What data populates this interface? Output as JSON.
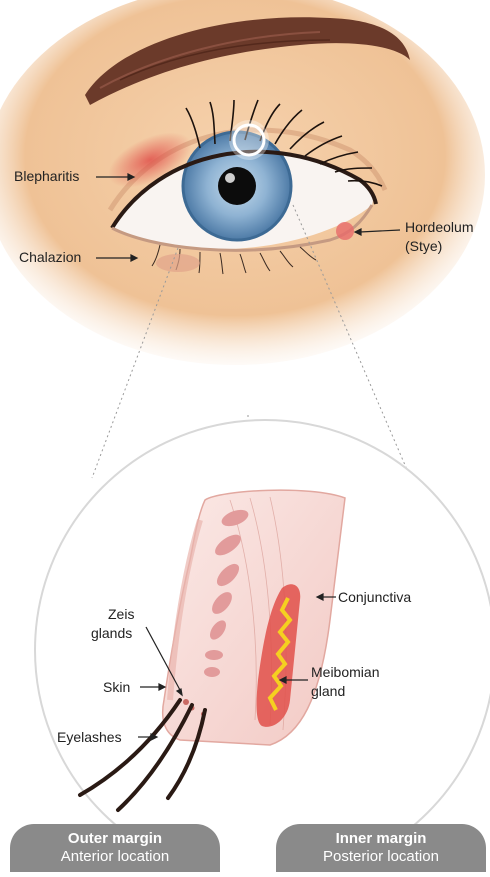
{
  "labels": {
    "blepharitis": "Blepharitis",
    "chalazion": "Chalazion",
    "hordeolum_line1": "Hordeolum",
    "hordeolum_line2": "(Stye)",
    "zeis_line1": "Zeis",
    "zeis_line2": "glands",
    "skin": "Skin",
    "eyelashes": "Eyelashes",
    "conjunctiva": "Conjunctiva",
    "meibomian_line1": "Meibomian",
    "meibomian_line2": "gland"
  },
  "footer": {
    "outer": {
      "title": "Outer margin",
      "subtitle": "Anterior location"
    },
    "inner": {
      "title": "Inner margin",
      "subtitle": "Posterior location"
    }
  },
  "colors": {
    "skin": "#f0c9a0",
    "iris": "#6f9cc4",
    "brow": "#6b3a2a",
    "inflammation": "#e0504a",
    "gland": "#f5d020",
    "pill": "#8a8a8a"
  },
  "icons": [
    "eyebrow-icon",
    "eye-icon",
    "eyelid-cross-section-icon"
  ]
}
